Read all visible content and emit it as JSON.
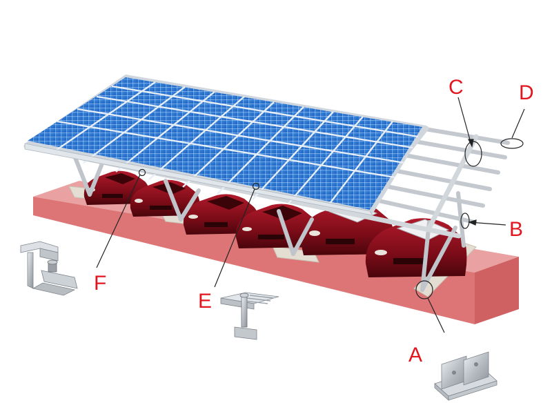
{
  "colors": {
    "label": "#e3151f",
    "leader": "#222222",
    "panel_blue": "#2f7ad8",
    "panel_frame": "#c9d3de",
    "steel": "#c8cdd2",
    "concrete": "#ded7cc",
    "ground_top": "#e79a99",
    "ground_side": "#d96f70",
    "car_body": "#8a0f1d",
    "clamp_metal": "#aeb3b8"
  },
  "callouts": {
    "a": {
      "label": "A",
      "component": "base-bracket"
    },
    "b": {
      "label": "B",
      "component": "purlin-end-cap"
    },
    "c": {
      "label": "C",
      "component": "rail-connector"
    },
    "d": {
      "label": "D",
      "component": "rail-splice"
    },
    "e": {
      "label": "E",
      "component": "mid-clamp"
    },
    "f": {
      "label": "F",
      "component": "end-clamp"
    }
  },
  "scene": {
    "parking_bays": 6,
    "panel_columns": 10,
    "panel_rows": 5,
    "open_rails": 6
  }
}
